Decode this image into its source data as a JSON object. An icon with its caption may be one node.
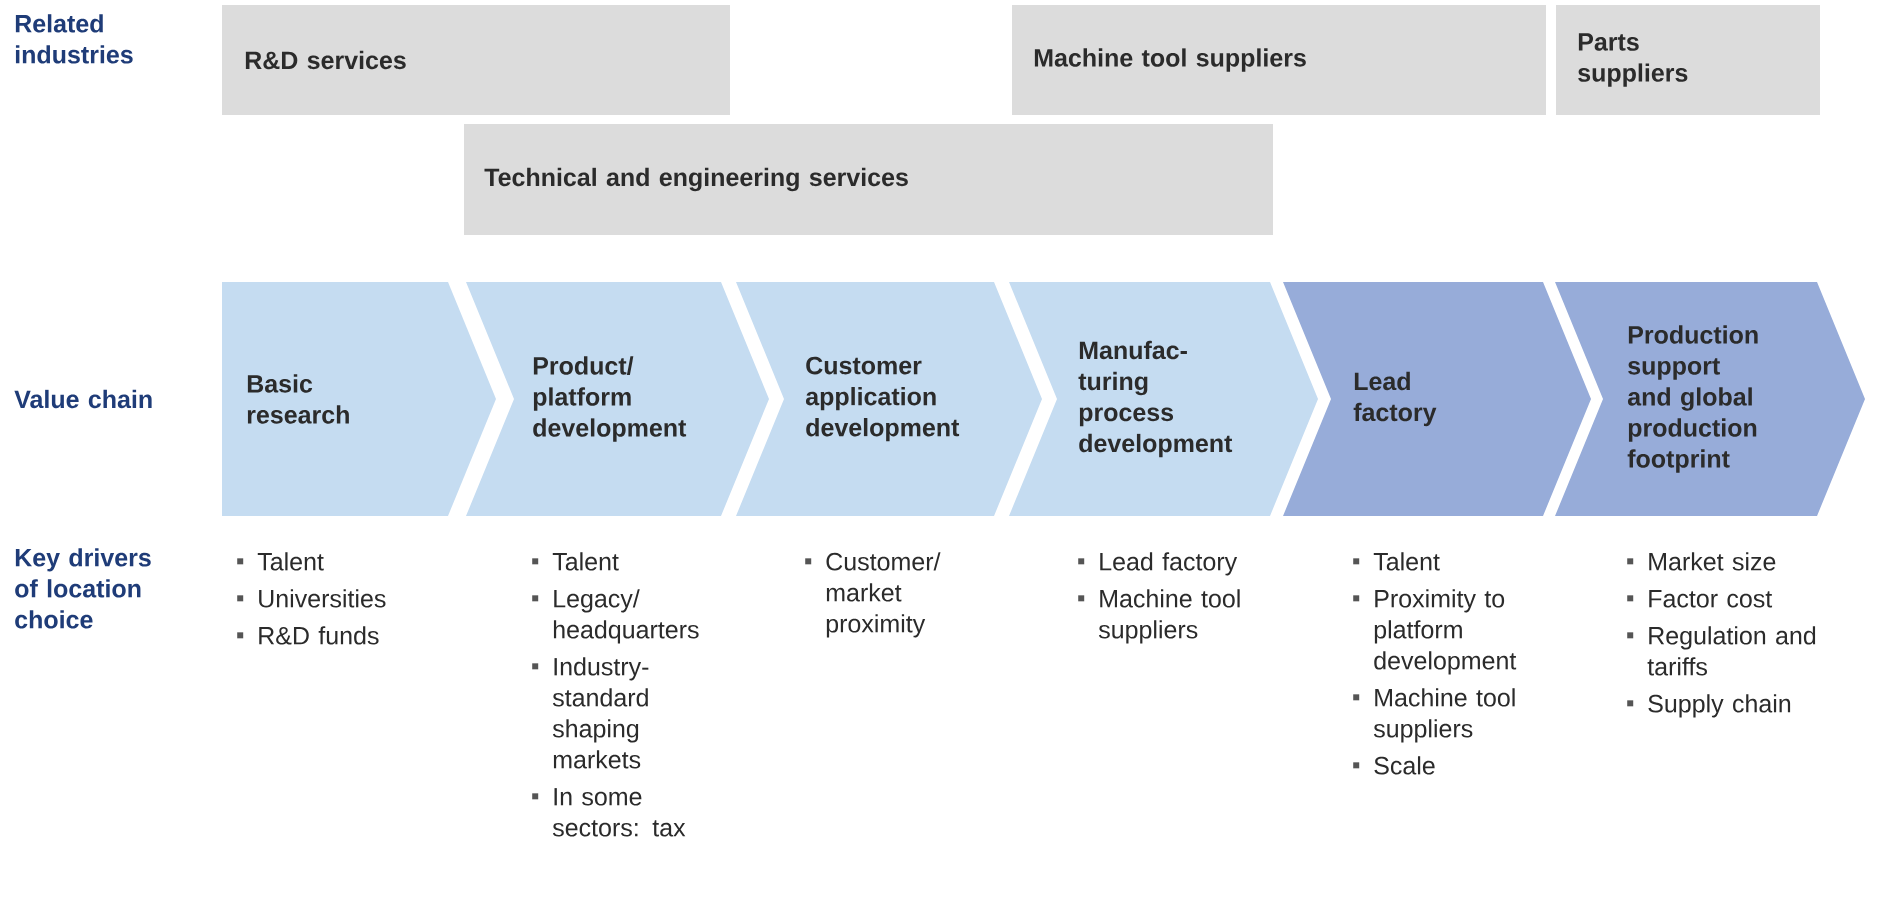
{
  "diagram": {
    "nodes": [
      {
        "text": [
          "R&D services"
        ]
      },
      {
        "text": [
          "Machine tool suppliers"
        ]
      },
      {
        "text": [
          "Parts suppliers"
        ]
      },
      {
        "text": [
          "Technical and engineering services"
        ]
      },
      {
        "text": [
          "Basic research"
        ]
      },
      {
        "text": [
          "Product/ platform development"
        ]
      },
      {
        "text": [
          "Customer application development"
        ]
      },
      {
        "text": [
          "Manufac- turing process development"
        ]
      },
      {
        "text": [
          "Lead factory"
        ]
      },
      {
        "text": [
          "Production support and global production footprint"
        ]
      }
    ],
    "labels": [
      "Related industries",
      "Value chain",
      "Key drivers of location choice",
      "Talent",
      "Universities",
      "R&D funds",
      "Talent",
      "Legacy/ headquarters",
      "Industry- standard shaping markets",
      "In some sectors: tax",
      "Customer/ market proximity",
      "Lead factory",
      "Machine tool suppliers",
      "Talent",
      "Proximity to platform development",
      "Machine tool suppliers",
      "Scale",
      "Market size",
      "Factor cost",
      "Regulation and tariffs",
      "Supply chain"
    ]
  }
}
